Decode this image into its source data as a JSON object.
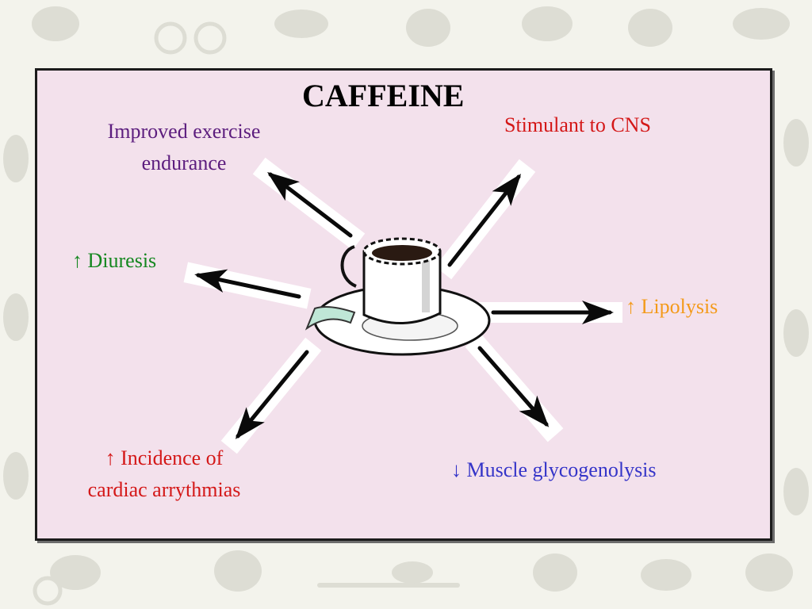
{
  "title": "CAFFEINE",
  "effects": {
    "exercise": {
      "line1": "Improved exercise",
      "line2": "endurance"
    },
    "cns": "Stimulant to CNS",
    "diuresis": "↑ Diuresis",
    "lipolysis": "↑ Lipolysis",
    "arrhythmia": {
      "line1": "↑ Incidence of",
      "line2": "cardiac arrythmias"
    },
    "glycogenolysis": "↓ Muscle glycogenolysis"
  },
  "colors": {
    "exercise": "#5c1d7e",
    "cns": "#d41818",
    "diuresis": "#14871f",
    "lipolysis": "#f39a1a",
    "arrhythmia": "#d41818",
    "glycogenolysis": "#3434c8"
  },
  "icons": {
    "center": "coffee-cup-icon",
    "background": "athlete-silhouettes-pattern"
  }
}
